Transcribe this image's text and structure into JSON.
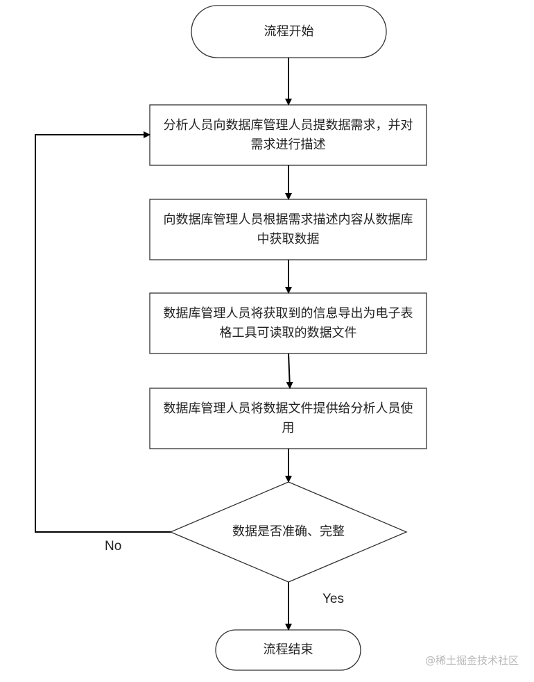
{
  "diagram": {
    "nodes": {
      "start": "流程开始",
      "step1": "分析人员向数据库管理人员提数据需求，并对需求进行描述",
      "step2": "向数据库管理人员根据需求描述内容从数据库中获取数据",
      "step3": "数据库管理人员将获取到的信息导出为电子表格工具可读取的数据文件",
      "step4": "数据库管理人员将数据文件提供给分析人员使用",
      "decision": "数据是否准确、完整",
      "end": "流程结束"
    },
    "edges": {
      "no_label": "No",
      "yes_label": "Yes"
    }
  },
  "watermark": "@稀土掘金技术社区"
}
